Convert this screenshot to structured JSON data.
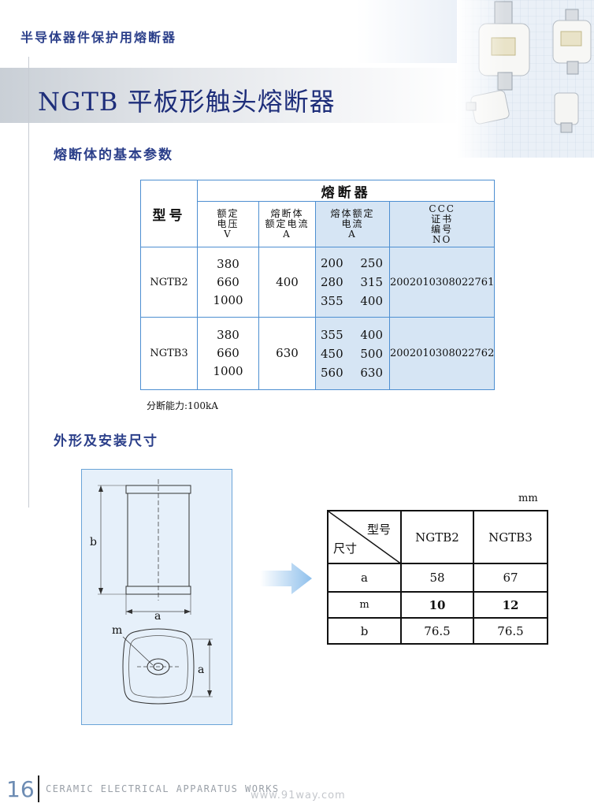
{
  "header": {
    "series_title": "半导体器件保护用熔断器",
    "page_title": "NGTB 平板形触头熔断器"
  },
  "section1": {
    "heading": "熔断体的基本参数"
  },
  "params_table": {
    "model_header": "型号",
    "group_header": "熔断器",
    "col_voltage": "额定\n电压\nV",
    "col_holder_current": "熔断体\n额定电流\nA",
    "col_fuse_current": "熔体额定\n电流\nA",
    "col_ccc": "CCC\n证书\n编号\nNO",
    "rows": [
      {
        "model": "NGTB2",
        "voltages": [
          "380",
          "660",
          "1000"
        ],
        "holder_current": "400",
        "fuse_currents": [
          [
            "200",
            "250"
          ],
          [
            "280",
            "315"
          ],
          [
            "355",
            "400"
          ]
        ],
        "ccc": "2002010308022761"
      },
      {
        "model": "NGTB3",
        "voltages": [
          "380",
          "660",
          "1000"
        ],
        "holder_current": "630",
        "fuse_currents": [
          [
            "355",
            "400"
          ],
          [
            "450",
            "500"
          ],
          [
            "560",
            "630"
          ]
        ],
        "ccc": "2002010308022762"
      }
    ],
    "breaking_capacity": "分断能力:100kA"
  },
  "section2": {
    "heading": "外形及安装尺寸"
  },
  "drawing": {
    "label_b": "b",
    "label_a_bottom": "a",
    "label_m": "m",
    "label_a_side": "a"
  },
  "dims_table": {
    "unit": "mm",
    "corner_top": "型号",
    "corner_bottom": "尺寸",
    "models": [
      "NGTB2",
      "NGTB3"
    ],
    "rows": [
      {
        "dim": "a",
        "values": [
          "58",
          "67"
        ]
      },
      {
        "dim": "m",
        "values": [
          "10",
          "12"
        ]
      },
      {
        "dim": "b",
        "values": [
          "76.5",
          "76.5"
        ]
      }
    ]
  },
  "footer": {
    "page_number": "16",
    "company": "CERAMIC ELECTRICAL APPARATUS WORKS",
    "watermark": "www.91way.com"
  },
  "colors": {
    "heading_blue": "#2b3f8a",
    "table_border": "#4d8fd1",
    "shade": "#d6e5f4",
    "arrow": "#8fc0ec"
  }
}
